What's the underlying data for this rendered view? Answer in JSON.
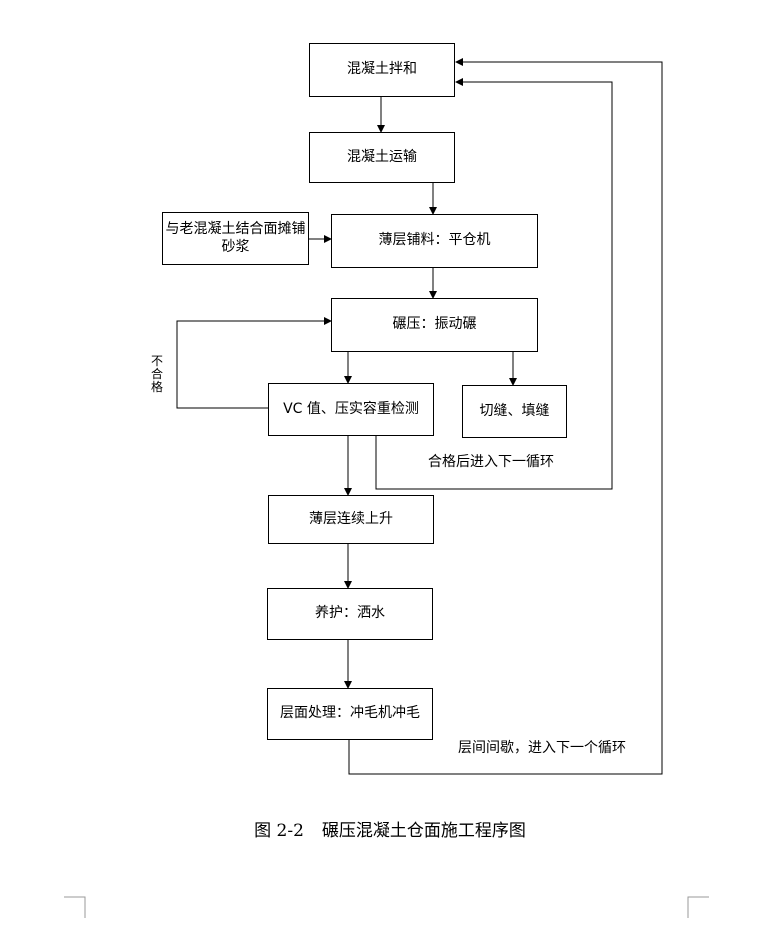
{
  "nodes": {
    "mix": "混凝土拌和",
    "transport": "混凝土运输",
    "mortar": "与老混凝土结合面摊铺砂浆",
    "spread": "薄层铺料：平仓机",
    "compact": "碾压：振动碾",
    "check": "VC 值、压实容重检测",
    "cut": "切缝、填缝",
    "rise": "薄层连续上升",
    "cure": "养护：洒水",
    "surface": "层面处理：冲毛机冲毛"
  },
  "labels": {
    "fail": "不合格",
    "pass_cycle": "合格后进入下一循环",
    "layer_cycle": "层间间歇，进入下一个循环"
  },
  "caption": {
    "number": "图 2-2",
    "title": "碾压混凝土仓面施工程序图"
  }
}
